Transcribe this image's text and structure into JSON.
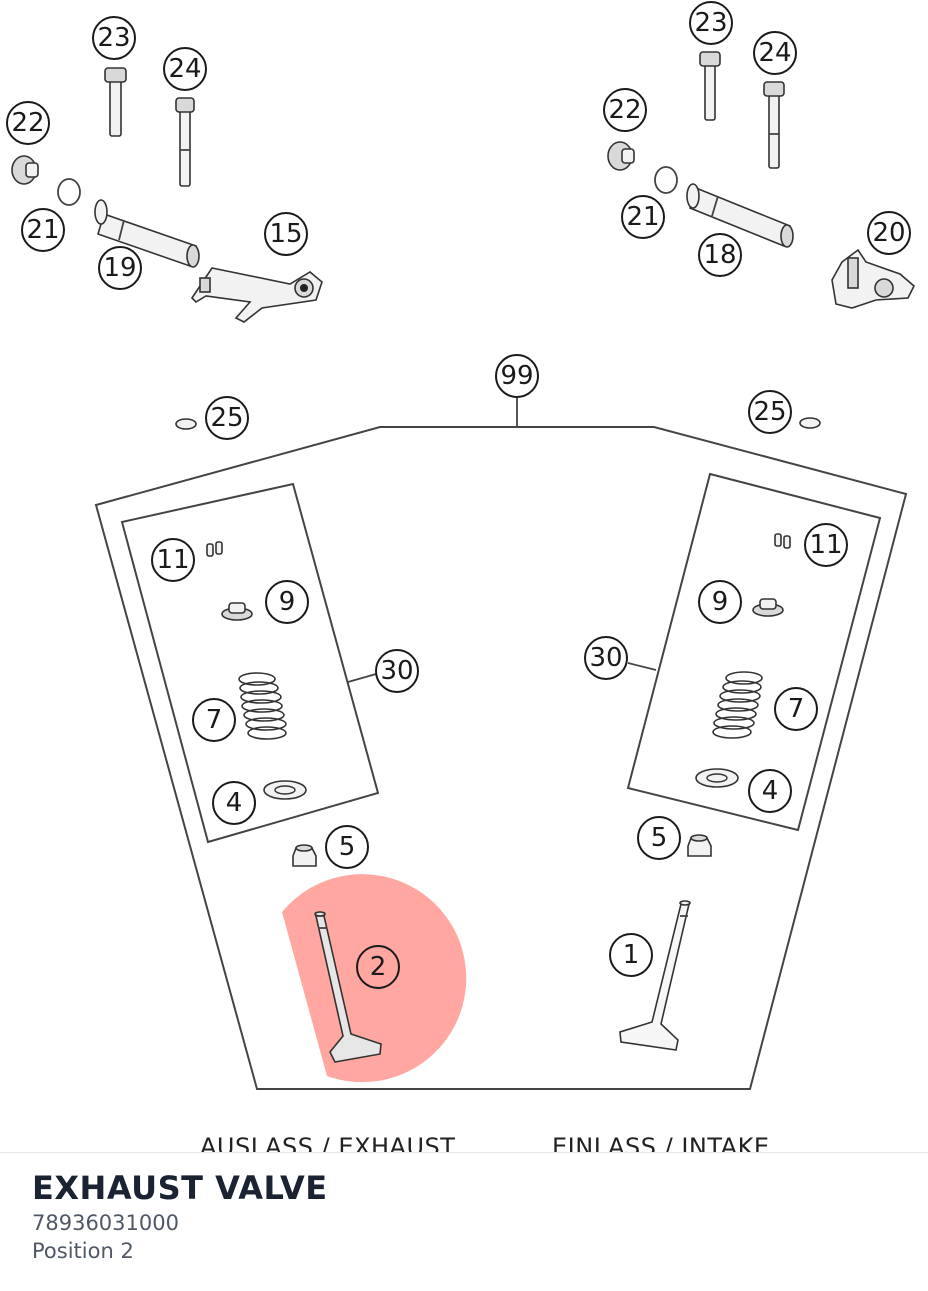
{
  "diagram": {
    "callouts": {
      "c23_left": "23",
      "c24_left": "24",
      "c22_left": "22",
      "c21_left": "21",
      "c19": "19",
      "c15": "15",
      "c23_right": "23",
      "c24_right": "24",
      "c22_right": "22",
      "c21_right": "21",
      "c18": "18",
      "c20": "20",
      "c99": "99",
      "c25_left": "25",
      "c25_right": "25",
      "c11_left": "11",
      "c9_left": "9",
      "c30_left": "30",
      "c7_left": "7",
      "c4_left": "4",
      "c5_left": "5",
      "c11_right": "11",
      "c9_right": "9",
      "c30_right": "30",
      "c7_right": "7",
      "c4_right": "4",
      "c5_right": "5",
      "c2": "2",
      "c1": "1"
    },
    "captions": {
      "exhaust": "AUSLASS / EXHAUST",
      "intake": "EINLASS / INTAKE"
    },
    "highlight_color": "#ff8a80"
  },
  "selected_part": {
    "name": "EXHAUST VALVE",
    "number": "78936031000",
    "position": "Position 2"
  }
}
